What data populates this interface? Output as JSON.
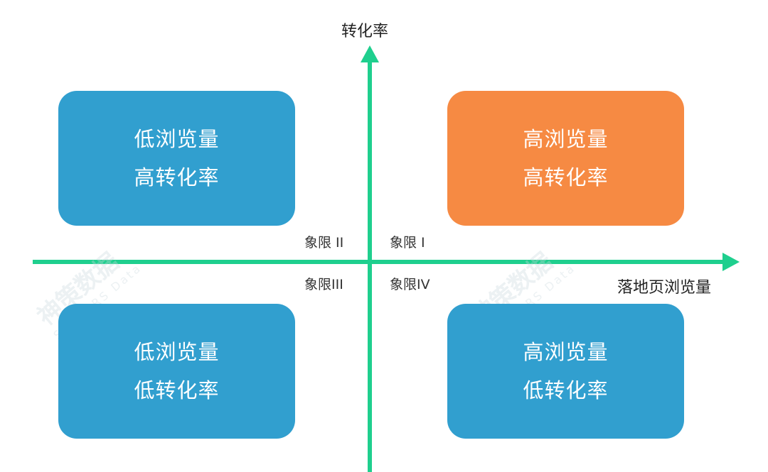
{
  "axes": {
    "y_label": "转化率",
    "x_label": "落地页浏览量",
    "color": "#1fcf8e"
  },
  "quadrant_labels": {
    "q1": "象限 I",
    "q2": "象限 II",
    "q3": "象限III",
    "q4": "象限IV"
  },
  "quadrants": {
    "top_left": {
      "line1": "低浏览量",
      "line2": "高转化率",
      "color": "#319fcf"
    },
    "top_right": {
      "line1": "高浏览量",
      "line2": "高转化率",
      "color": "#f68a43"
    },
    "bottom_left": {
      "line1": "低浏览量",
      "line2": "低转化率",
      "color": "#319fcf"
    },
    "bottom_right": {
      "line1": "高浏览量",
      "line2": "低转化率",
      "color": "#319fcf"
    }
  },
  "watermark": {
    "text": "神策数据",
    "sub": "SENSORS Data"
  }
}
